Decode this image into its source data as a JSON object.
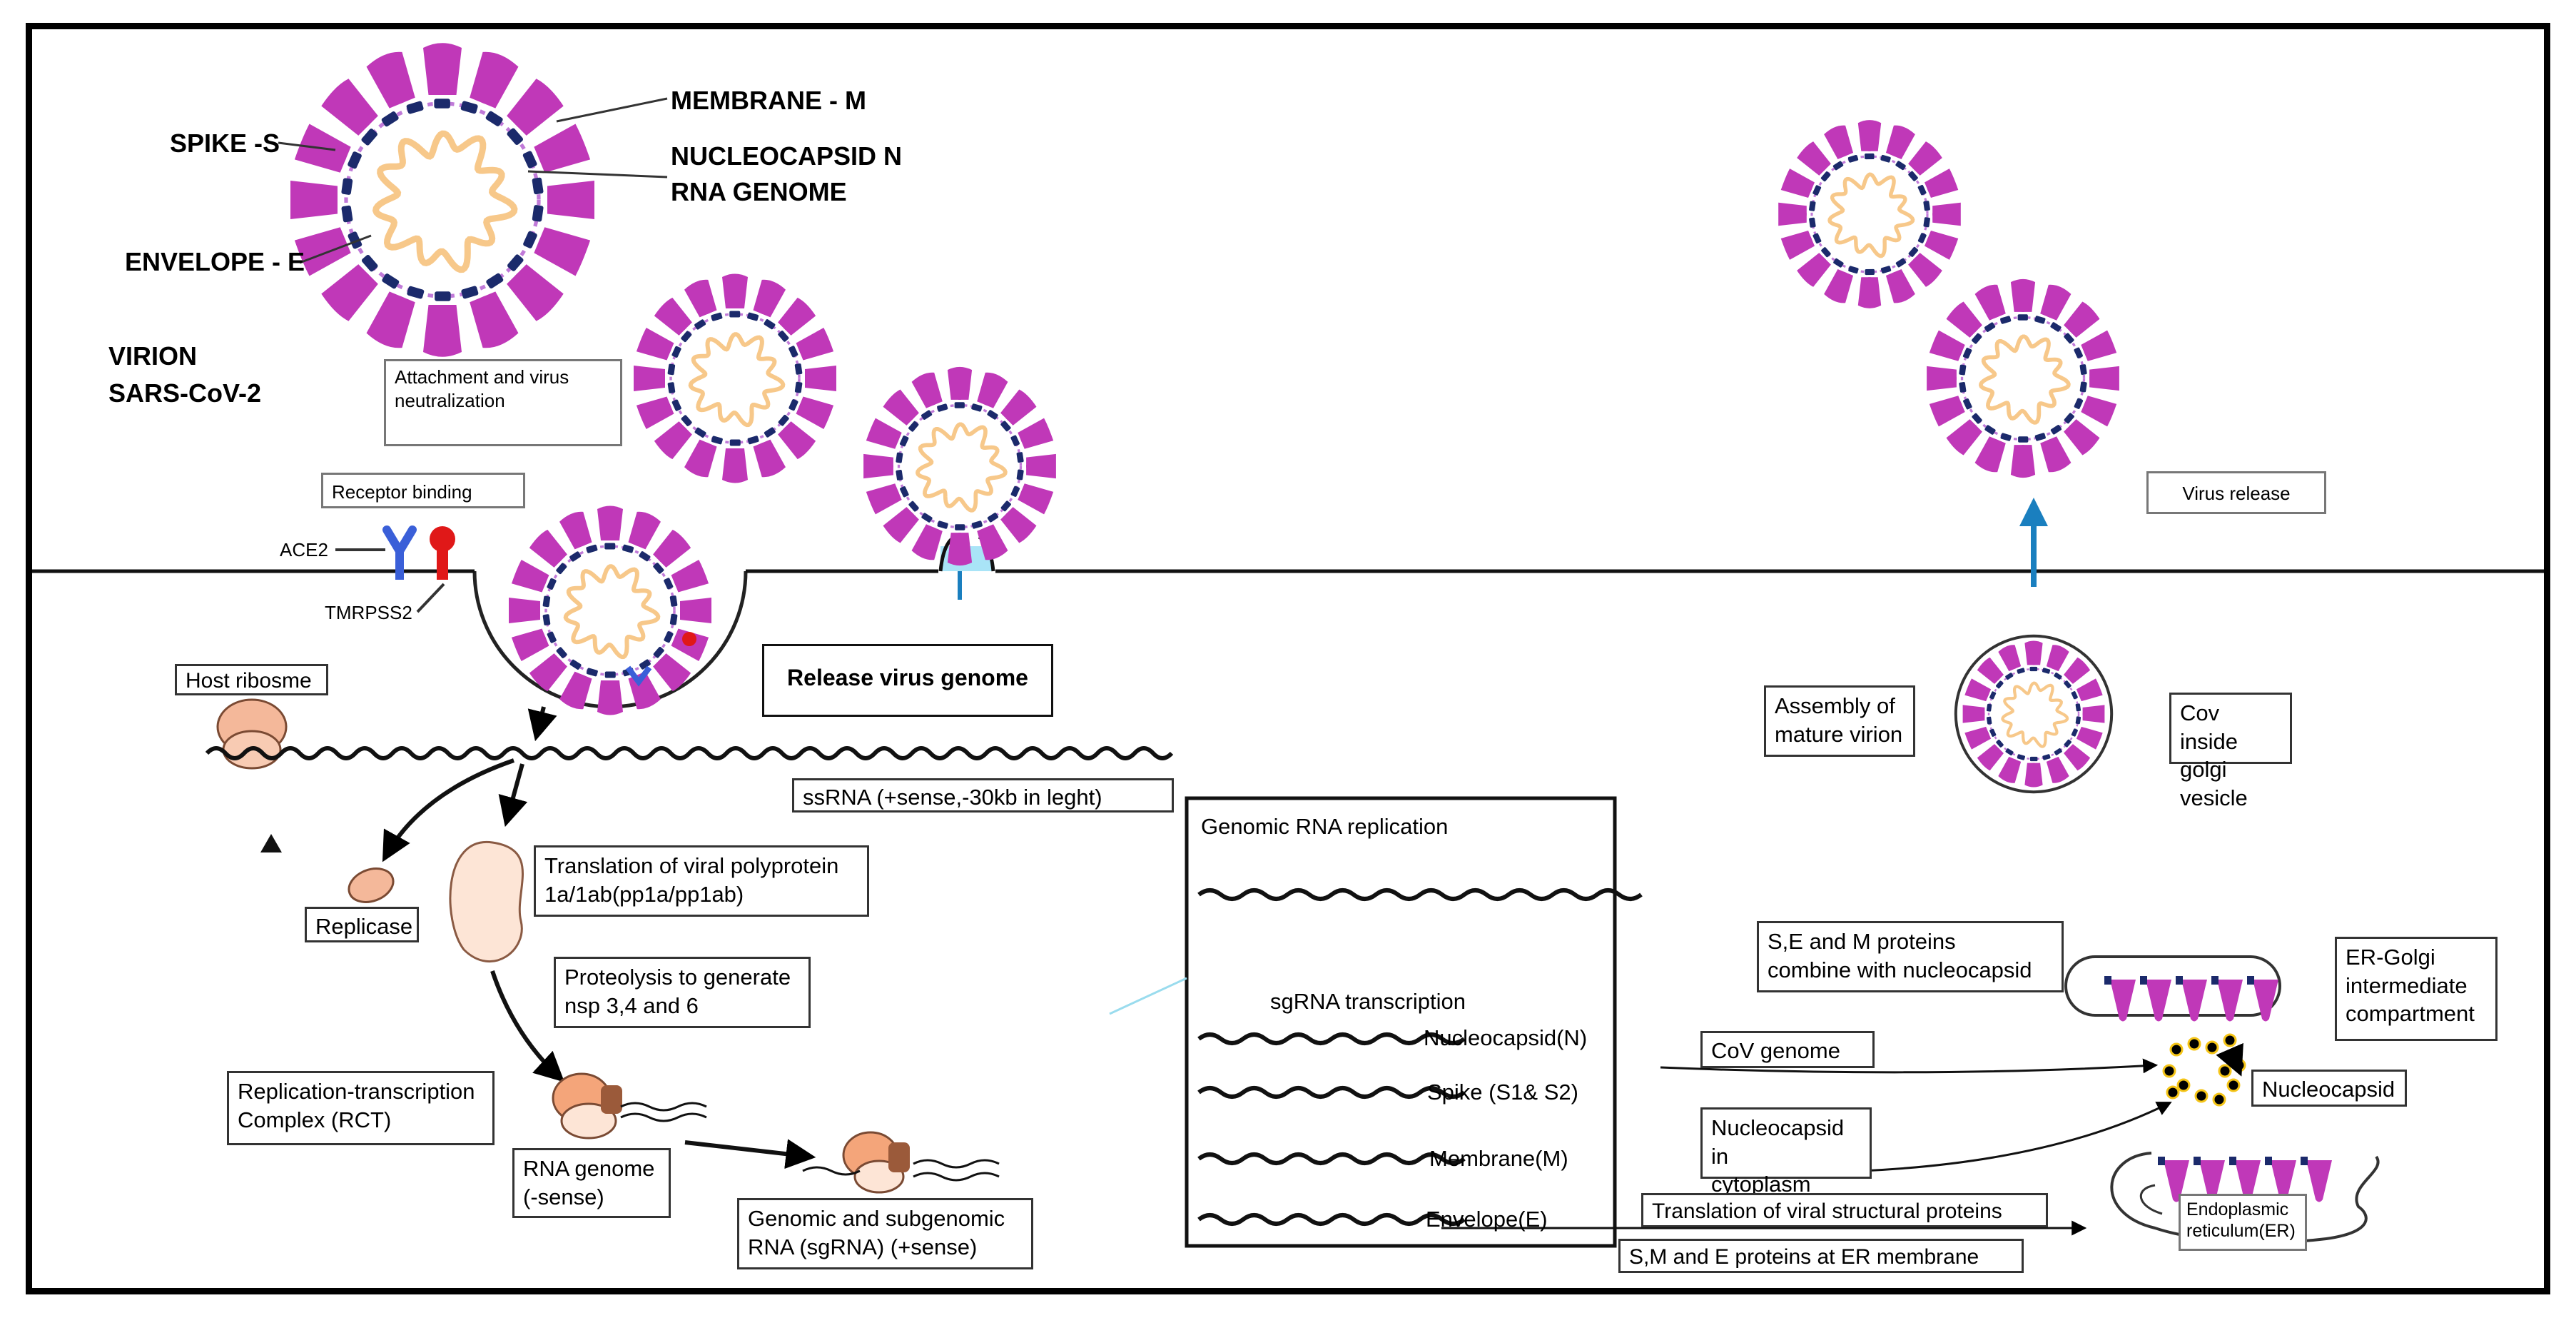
{
  "virion_labels": {
    "spike": "SPIKE -S",
    "membrane": "MEMBRANE - M",
    "nucleocapsid": "NUCLEOCAPSID N",
    "rna_genome": "RNA GENOME",
    "envelope": "ENVELOPE - E",
    "virion": "VIRION",
    "species": "SARS-CoV-2"
  },
  "entry": {
    "attachment": "Attachment and virus\nneutralization",
    "receptor_binding": "Receptor binding",
    "ace2": "ACE2",
    "tmprss2": "TMRPSS2",
    "release_genome": "Release virus genome"
  },
  "translation": {
    "host_ribosome": "Host ribosme",
    "ssrna": "ssRNA (+sense,-30kb in leght)",
    "replicase": "Replicase",
    "polyprotein": "Translation of viral polyprotein\n1a/1ab(pp1a/pp1ab)",
    "proteolysis": "Proteolysis to generate\nnsp 3,4 and 6",
    "rtc": "Replication-transcription\nComplex (RCT)",
    "rna_minus": "RNA genome\n(-sense)",
    "sgrna": "Genomic and subgenomic\nRNA (sgRNA) (+sense)"
  },
  "replication_panel": {
    "genomic": "Genomic RNA replication",
    "sgrna_transcription": "sgRNA transcription",
    "genes": [
      "Nucleocapsid(N)",
      "Spike (S1& S2)",
      "Membrane(M)",
      "Envelope(E)"
    ]
  },
  "assembly": {
    "release": "Virus release",
    "assembly_mature": "Assembly of\nmature virion",
    "golgi_vesicle": "Cov inside\ngolgi vesicle",
    "combine": "S,E and M proteins\ncombine with nucleocapsid",
    "ergic": "ER-Golgi\nintermediate\ncompartment",
    "cov_genome": "CoV genome",
    "nucleocapsid_label": "Nucleocapsid",
    "nucleocapsid_cytoplasm": "Nucleocapsid in\ncytoplasm",
    "structural": "Translation of viral structural proteins",
    "er": "Endoplasmic\nreticulum(ER)",
    "sme_er": "S,M and E proteins at ER membrane"
  },
  "colors": {
    "cytoplasm": "#67dcf8",
    "spike": "#c038b8",
    "membrane_bead": "#1b2a6b",
    "rna": "#f7c88a",
    "ace2": "#3a5fd8",
    "tmprss2": "#e01818",
    "ribosome": "#f4b89a",
    "ribosome_dark": "#9b5a3a",
    "release_arrow": "#1a7fbf"
  }
}
